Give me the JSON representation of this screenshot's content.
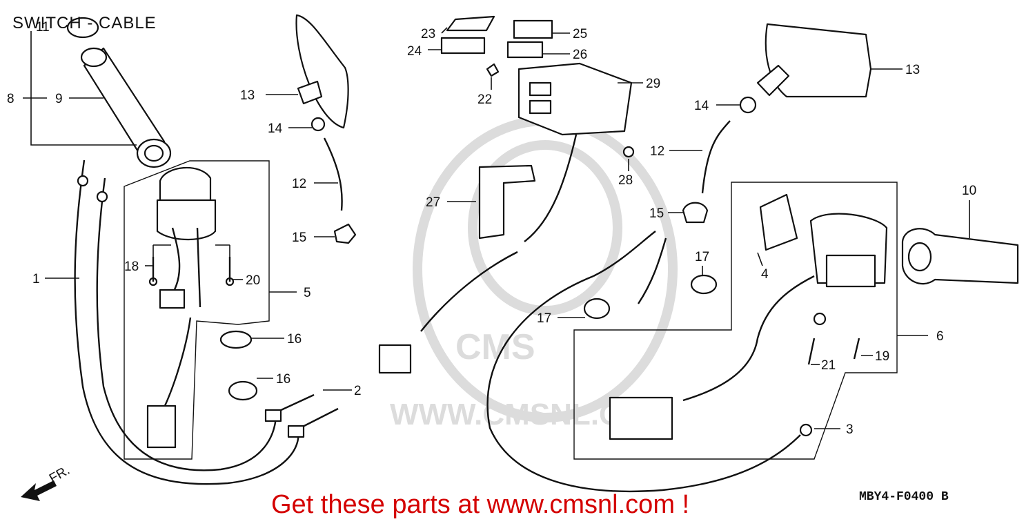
{
  "diagram": {
    "title": "SWITCH - CABLE",
    "promo": "Get these parts at www.cmsnl.com !",
    "drawing_code": "MBY4-F0400 B",
    "direction_label": "FR.",
    "watermark": {
      "logo_text": "CMS",
      "url": "WWW.CMSNL.COM"
    },
    "callouts": [
      "1",
      "2",
      "3",
      "4",
      "5",
      "6",
      "8",
      "9",
      "10",
      "11",
      "12",
      "12",
      "13",
      "13",
      "14",
      "14",
      "15",
      "15",
      "16",
      "16",
      "17",
      "17",
      "18",
      "19",
      "20",
      "21",
      "22",
      "23",
      "24",
      "25",
      "26",
      "27",
      "28",
      "29"
    ]
  }
}
